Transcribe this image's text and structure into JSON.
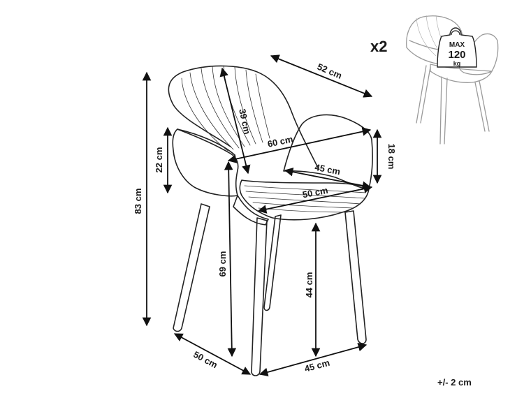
{
  "quantity": "x2",
  "tolerance": "+/- 2 cm",
  "load_badge": {
    "line1": "MAX",
    "line2": "120",
    "line3": "kg"
  },
  "dimensions": {
    "width": "52 cm",
    "backrest_height": "39 cm",
    "seat_width": "60 cm",
    "armrest_height_front": "18 cm",
    "armrest_height_side": "22 cm",
    "total_height": "83 cm",
    "inner_width": "45 cm",
    "seat_depth": "50 cm",
    "armrest_floor_height": "69 cm",
    "seat_height": "44 cm",
    "base_depth": "50 cm",
    "base_width": "45 cm"
  }
}
